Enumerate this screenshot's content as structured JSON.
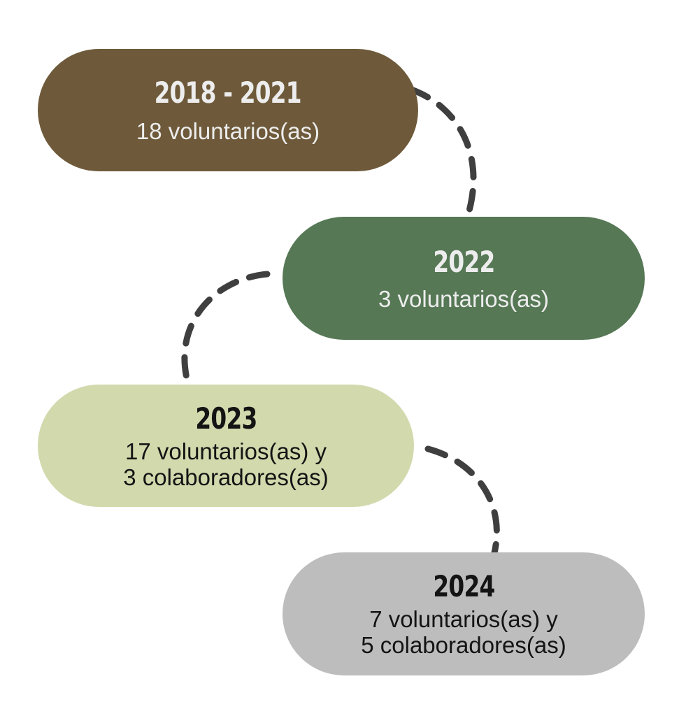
{
  "milestones": [
    {
      "year": "2018 - 2021",
      "lines": [
        "18 voluntarios(as)"
      ],
      "color": "#6e5a3a"
    },
    {
      "year": "2022",
      "lines": [
        "3 voluntarios(as)"
      ],
      "color": "#567855"
    },
    {
      "year": "2023",
      "lines": [
        "17 voluntarios(as) y",
        "3 colaboradores(as)"
      ],
      "color": "#d2d9ad"
    },
    {
      "year": "2024",
      "lines": [
        "7 voluntarios(as) y",
        "5 colaboradores(as)"
      ],
      "color": "#bcbdbc"
    }
  ],
  "connector_color": "#3f3f3f"
}
